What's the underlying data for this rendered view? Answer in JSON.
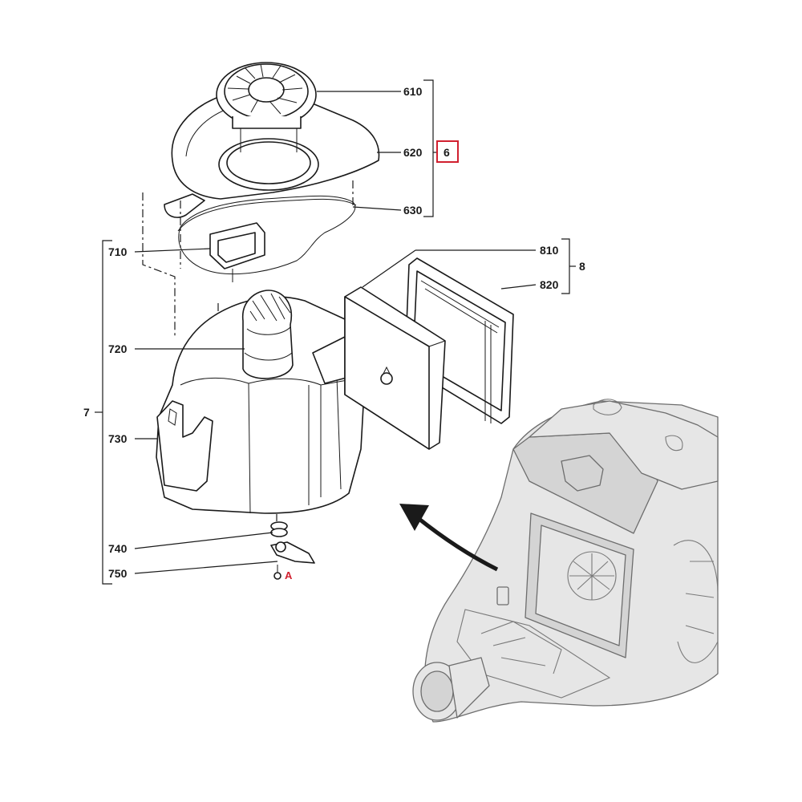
{
  "labels": {
    "l610": "610",
    "l620": "620",
    "l630": "630",
    "g6": "6",
    "l710": "710",
    "l720": "720",
    "l730": "730",
    "l740": "740",
    "l750": "750",
    "g7": "7",
    "l810": "810",
    "l820": "820",
    "g8": "8",
    "markerA": "A"
  },
  "colors": {
    "highlight_box": "#d1202f",
    "line": "#1a1a1a",
    "vacuum_body": "#e6e6e6"
  },
  "icons": {
    "arrow": "curved-arrow-icon"
  }
}
